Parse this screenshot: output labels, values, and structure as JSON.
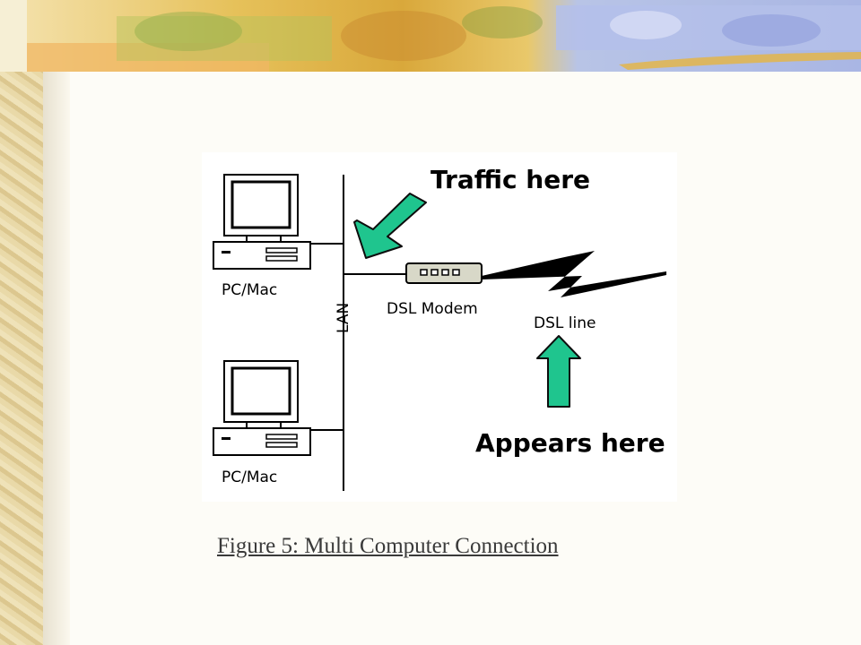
{
  "diagram": {
    "traffic_label": "Traffic here",
    "appears_label": "Appears here",
    "pc_top_label": "PC/Mac",
    "pc_bottom_label": "PC/Mac",
    "lan_label": "LAN",
    "modem_label": "DSL Modem",
    "line_label": "DSL line",
    "arrow_color": "#1fc58e"
  },
  "caption": {
    "text": "Figure 5: Multi Computer Connection"
  }
}
